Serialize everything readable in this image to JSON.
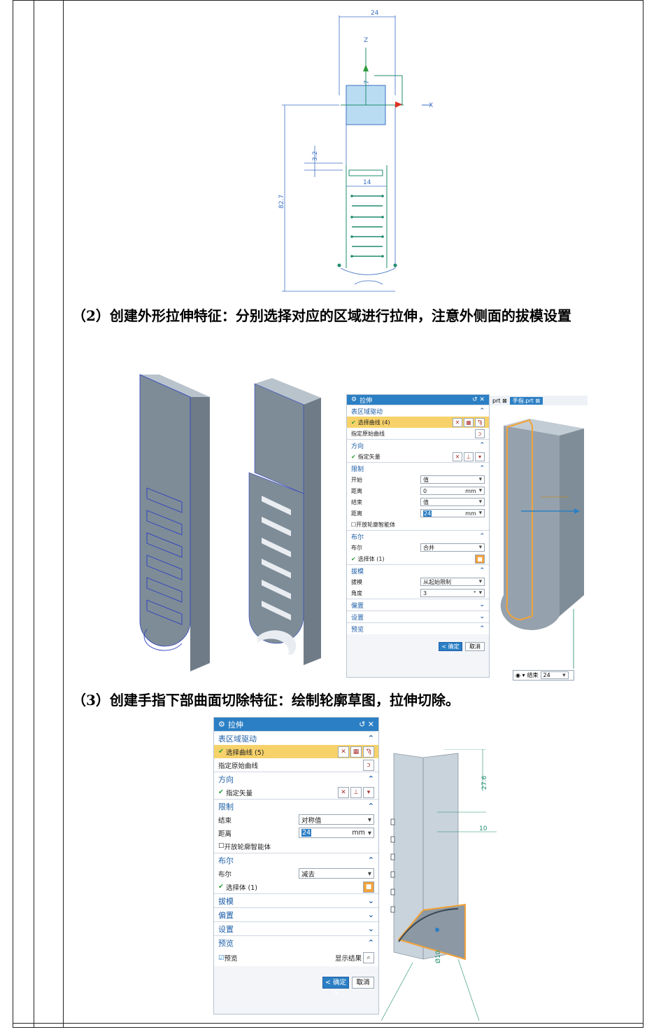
{
  "sketch": {
    "dims": [
      "24",
      "82.7",
      "3.2",
      "14",
      "27"
    ],
    "axes": [
      "Z",
      "X"
    ]
  },
  "steps": {
    "step2": "（2）创建外形拉伸特征：分别选择对应的区域进行拉伸，注意外侧面的拔模设置",
    "step3": "（3）创建手指下部曲面切除特征：绘制轮廓草图，拉伸切除。"
  },
  "dialog1": {
    "title": "拉伸",
    "section_drive": "表区域驱动",
    "select_curve": "选择曲线 (4)",
    "origin_curve": "指定原始曲线",
    "section_direction": "方向",
    "vector": "指定矢量",
    "section_limits": "限制",
    "start": "开始",
    "start_value": "值",
    "distance": "距离",
    "start_distance": "0",
    "unit": "mm",
    "end": "结束",
    "end_value": "值",
    "end_distance": "24",
    "open_profile": "开放轮廓智能体",
    "section_bool": "布尔",
    "bool": "布尔",
    "bool_value": "合并",
    "select_body": "选择体 (1)",
    "section_draft": "拔模",
    "draft": "拔模",
    "draft_value": "从起始限制",
    "angle": "角度",
    "angle_value": "3",
    "angle_unit": "°",
    "section_offset": "偏置",
    "section_settings": "设置",
    "section_preview": "预览",
    "ok": "< 确定 >",
    "cancel": "取消"
  },
  "tabs": [
    "prt ⊠",
    "手指.prt ⊠"
  ],
  "end_field": {
    "label": "结束",
    "value": "24"
  },
  "dialog2": {
    "title": "拉伸",
    "section_drive": "表区域驱动",
    "select_curve": "选择曲线 (5)",
    "origin_curve": "指定原始曲线",
    "section_direction": "方向",
    "vector": "指定矢量",
    "section_limits": "限制",
    "end": "结束",
    "end_value": "对称值",
    "distance": "距离",
    "distance_value": "24",
    "unit": "mm",
    "open_profile": "开放轮廓智能体",
    "section_bool": "布尔",
    "bool": "布尔",
    "bool_value": "减去",
    "select_body": "选择体 (1)",
    "section_draft": "拔模",
    "section_offset": "偏置",
    "section_settings": "设置",
    "section_preview": "预览",
    "preview": "预览",
    "show_result": "显示结果",
    "ok": "< 确定 >",
    "cancel": "取消"
  },
  "model3": {
    "dims": [
      "27.6",
      "10",
      "Ø10"
    ]
  },
  "colors": {
    "accent": "#2b7fc4",
    "highlight": "#f7d26a",
    "body": "#7e8c98",
    "sketch": "#1f8c6e",
    "sketch_dim": "#3b6fc4"
  }
}
